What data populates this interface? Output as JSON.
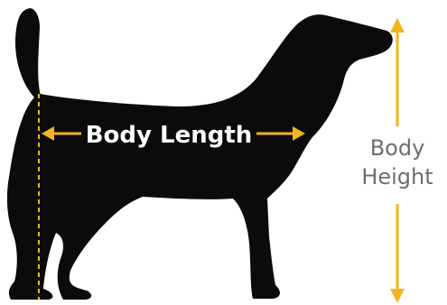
{
  "labels": {
    "length": "Body Length",
    "height_line1": "Body",
    "height_line2": "Height"
  },
  "colors": {
    "silhouette": "#0b0b0b",
    "accent": "#f2b51d",
    "length_text": "#ffffff",
    "height_text": "#6e6e6e"
  },
  "icons": {
    "figure": "dog-silhouette-icon",
    "length_arrow": "double-arrow-horizontal-icon",
    "height_arrow": "double-arrow-vertical-icon",
    "reference_line": "dashed-vertical-line"
  }
}
